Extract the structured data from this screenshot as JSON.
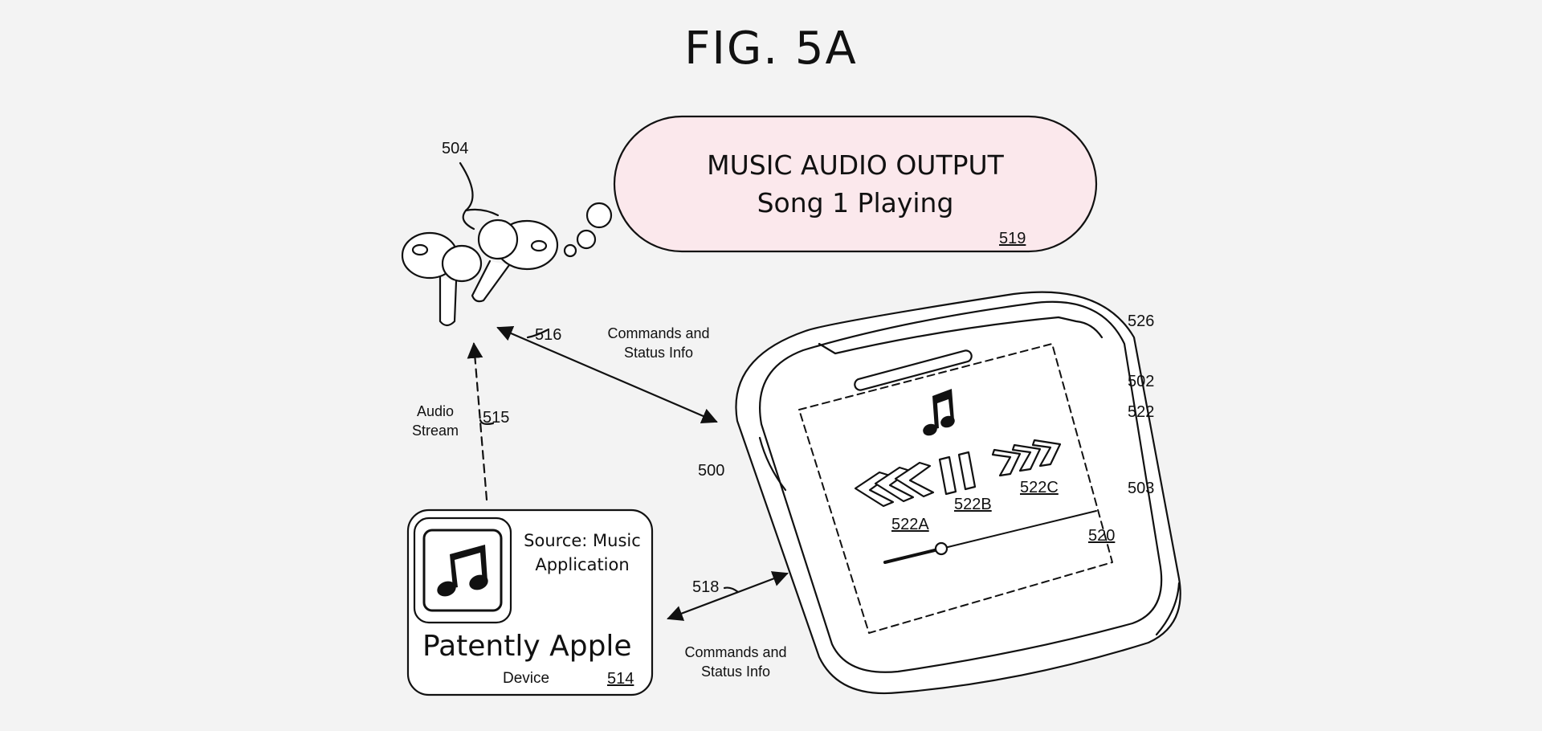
{
  "figure": {
    "title": "FIG. 5A"
  },
  "bubble": {
    "line1": "MUSIC AUDIO OUTPUT",
    "line2": "Song 1 Playing",
    "ref": "519"
  },
  "earbuds": {
    "ref": "504"
  },
  "links": {
    "ref_516": "516",
    "commands_top_line1": "Commands and",
    "commands_top_line2": "Status Info",
    "audio_line1": "Audio",
    "audio_line2": "Stream",
    "ref_515": "515",
    "ref_518": "518",
    "commands_bottom_line1": "Commands and",
    "commands_bottom_line2": "Status Info"
  },
  "device": {
    "source_line1": "Source: Music",
    "source_line2": "Application",
    "brand": "Patently Apple",
    "label": "Device",
    "ref": "514",
    "app_icon": "music-note-icon"
  },
  "case": {
    "ref_500": "500",
    "ref_502": "502",
    "ref_503": "503",
    "ref_520": "520",
    "ref_522": "522",
    "ref_526": "526",
    "ref_522A": "522A",
    "ref_522B": "522B",
    "ref_522C": "522C",
    "controls": [
      "rewind-icon",
      "pause-icon",
      "fast-forward-icon"
    ],
    "display_icon": "music-note-icon"
  },
  "colors": {
    "bubble_fill": "#fbe8ec",
    "background": "#f3f3f3",
    "line": "#111111"
  }
}
